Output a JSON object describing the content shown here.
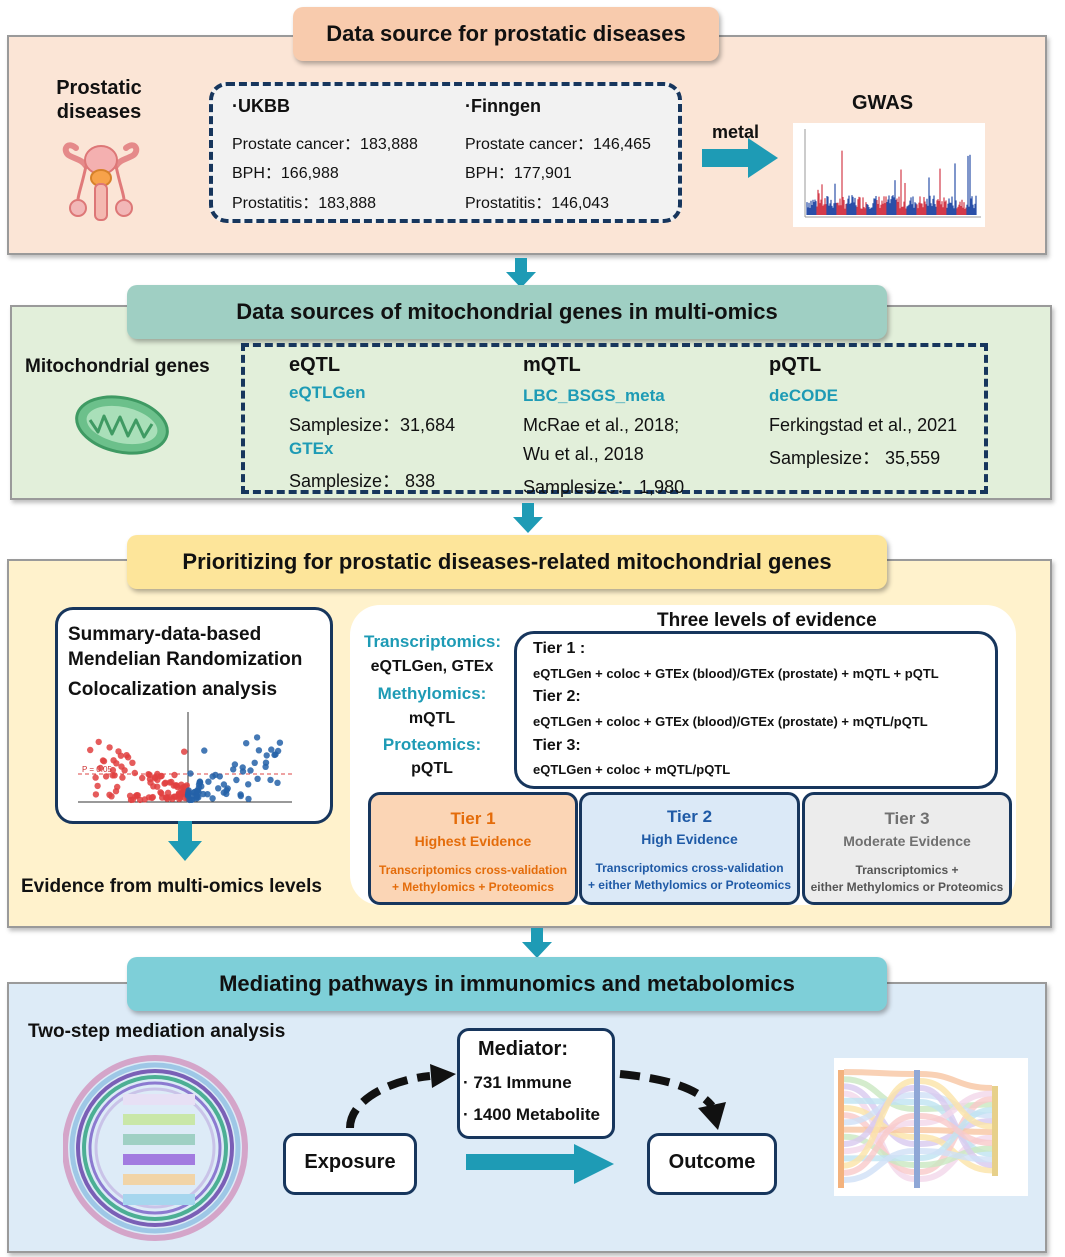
{
  "section1": {
    "title": "Data source for prostatic diseases",
    "left_label": "Prostatic\ndiseases",
    "ukbb": {
      "name": "·UKBB",
      "rows": [
        "Prostate cancer：183,888",
        "BPH：166,988",
        "Prostatitis：183,888"
      ]
    },
    "finngen": {
      "name": "·Finngen",
      "rows": [
        "Prostate cancer：146,465",
        "BPH：177,901",
        "Prostatitis：146,043"
      ]
    },
    "arrow_label": "metal",
    "gwas_label": "GWAS"
  },
  "section2": {
    "title": "Data sources of mitochondrial genes in multi-omics",
    "left_label": "Mitochondrial genes",
    "eqtl": {
      "header": "eQTL",
      "source1": "eQTLGen",
      "size1": "Samplesize：31,684",
      "source2": "GTEx",
      "size2": "Samplesize： 838"
    },
    "mqtl": {
      "header": "mQTL",
      "source": "LBC_BSGS_meta",
      "ref1": "McRae et al., 2018;",
      "ref2": "Wu et al., 2018",
      "size": "Samplesize： 1,980"
    },
    "pqtl": {
      "header": "pQTL",
      "source": "deCODE",
      "ref": "Ferkingstad et al., 2021",
      "size": "Samplesize： 35,559"
    }
  },
  "section3": {
    "title": "Prioritizing for prostatic diseases-related mitochondrial genes",
    "smr_lines": [
      "Summary-data-based",
      "Mendelian Randomization",
      "Colocalization analysis"
    ],
    "volcano_label": "P = 0.05",
    "bottom_label": "Evidence from multi-omics levels",
    "evidence_title": "Three levels of evidence",
    "omics": [
      {
        "name": "Transcriptomics:",
        "value": "eQTLGen, GTEx"
      },
      {
        "name": "Methylomics:",
        "value": "mQTL"
      },
      {
        "name": "Proteomics:",
        "value": "pQTL"
      }
    ],
    "tiers_text": [
      {
        "label": "Tier 1 :",
        "text": "eQTLGen + coloc + GTEx (blood)/GTEx (prostate) + mQTL + pQTL"
      },
      {
        "label": "Tier 2:",
        "text": "eQTLGen + coloc + GTEx (blood)/GTEx (prostate) + mQTL/pQTL"
      },
      {
        "label": "Tier 3:",
        "text": "eQTLGen + coloc + mQTL/pQTL"
      }
    ],
    "tier_boxes": [
      {
        "name": "Tier 1",
        "level": "Highest Evidence",
        "d1": "Transcriptomics cross-validation",
        "d2": "+ Methylomics + Proteomics",
        "color": "#e46c0a",
        "bg": "#fbd5b5"
      },
      {
        "name": "Tier 2",
        "level": "High Evidence",
        "d1": "Transcriptomics cross-validation",
        "d2": "+ either Methylomics or Proteomics",
        "color": "#1f5aa6",
        "bg": "#dbe9f7"
      },
      {
        "name": "Tier 3",
        "level": "Moderate Evidence",
        "d1": "Transcriptomics +",
        "d2": "either Methylomics or Proteomics",
        "color": "#707070",
        "bg": "#e8e8e8"
      }
    ]
  },
  "section4": {
    "title": "Mediating pathways in immunomics and metabolomics",
    "left_label": "Two-step mediation analysis",
    "mediator_title": "Mediator:",
    "mediator_items": [
      "· 731 Immune",
      "· 1400 Metabolite"
    ],
    "exposure": "Exposure",
    "outcome": "Outcome"
  },
  "colors": {
    "accent_teal": "#1e9bb5",
    "navy": "#17365d",
    "panel1_bg": "#fce4d6",
    "panel2_bg": "#e2efda",
    "panel3_bg": "#fff2cc",
    "panel4_bg": "#ddebf7"
  }
}
